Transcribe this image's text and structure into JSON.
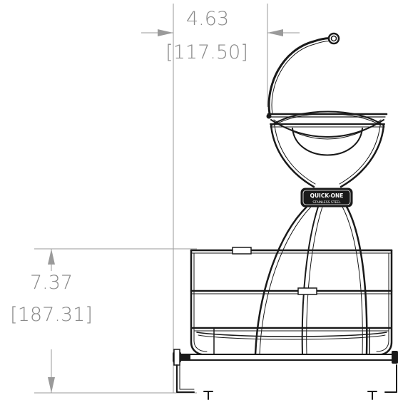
{
  "dimensions": {
    "width": {
      "inch": "4.63",
      "mm": "[117.50]"
    },
    "height": {
      "inch": "7.37",
      "mm": "[187.31]"
    }
  },
  "label_plate": {
    "line1": "QUICK-ONE",
    "line2": "STAINLESS STEEL"
  }
}
